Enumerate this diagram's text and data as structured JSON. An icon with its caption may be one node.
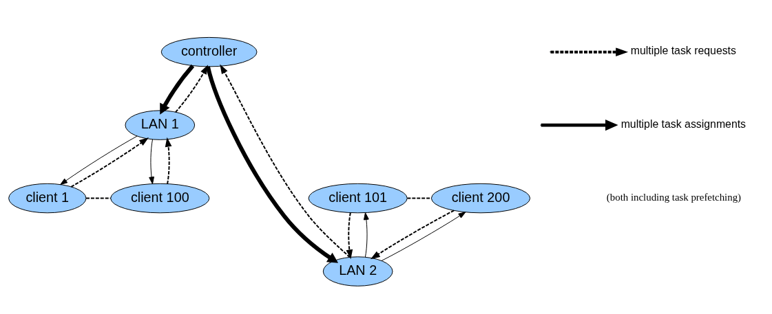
{
  "diagram": {
    "nodes": [
      {
        "text": [
          "controller"
        ]
      },
      {
        "text": [
          "LAN 1"
        ]
      },
      {
        "text": [
          "LAN 2"
        ]
      },
      {
        "text": [
          "client 1"
        ]
      },
      {
        "text": [
          "client 100"
        ]
      },
      {
        "text": [
          "client 101"
        ]
      },
      {
        "text": [
          "client 200"
        ]
      }
    ],
    "edges": [
      {
        "from": 1,
        "to": 0,
        "arrow": "to",
        "style": "dashed"
      },
      {
        "from": 0,
        "to": 1,
        "arrow": "to",
        "style": "thick"
      },
      {
        "from": 2,
        "to": 0,
        "arrow": "to",
        "style": "dashed"
      },
      {
        "from": 0,
        "to": 2,
        "arrow": "to",
        "style": "thick"
      },
      {
        "from": 3,
        "to": 1,
        "arrow": "to",
        "style": "dashed"
      },
      {
        "from": 1,
        "to": 3,
        "arrow": "to"
      },
      {
        "from": 4,
        "to": 1,
        "arrow": "to",
        "style": "dashed"
      },
      {
        "from": 1,
        "to": 4,
        "arrow": "to"
      },
      {
        "from": 5,
        "to": 2,
        "arrow": "to",
        "style": "dashed"
      },
      {
        "from": 2,
        "to": 5,
        "arrow": "to"
      },
      {
        "from": 6,
        "to": 2,
        "arrow": "to",
        "style": "dashed"
      },
      {
        "from": 2,
        "to": 6,
        "arrow": "to"
      },
      {
        "from": 3,
        "to": 4,
        "arrow": "none",
        "style": "dashed"
      },
      {
        "from": 5,
        "to": 6,
        "arrow": "none",
        "style": "dashed"
      }
    ],
    "labels": [
      "(both including task prefetching)"
    ],
    "legend": [
      {
        "text": "multiple task requests"
      },
      {
        "text": "multiple task assignments"
      }
    ]
  }
}
